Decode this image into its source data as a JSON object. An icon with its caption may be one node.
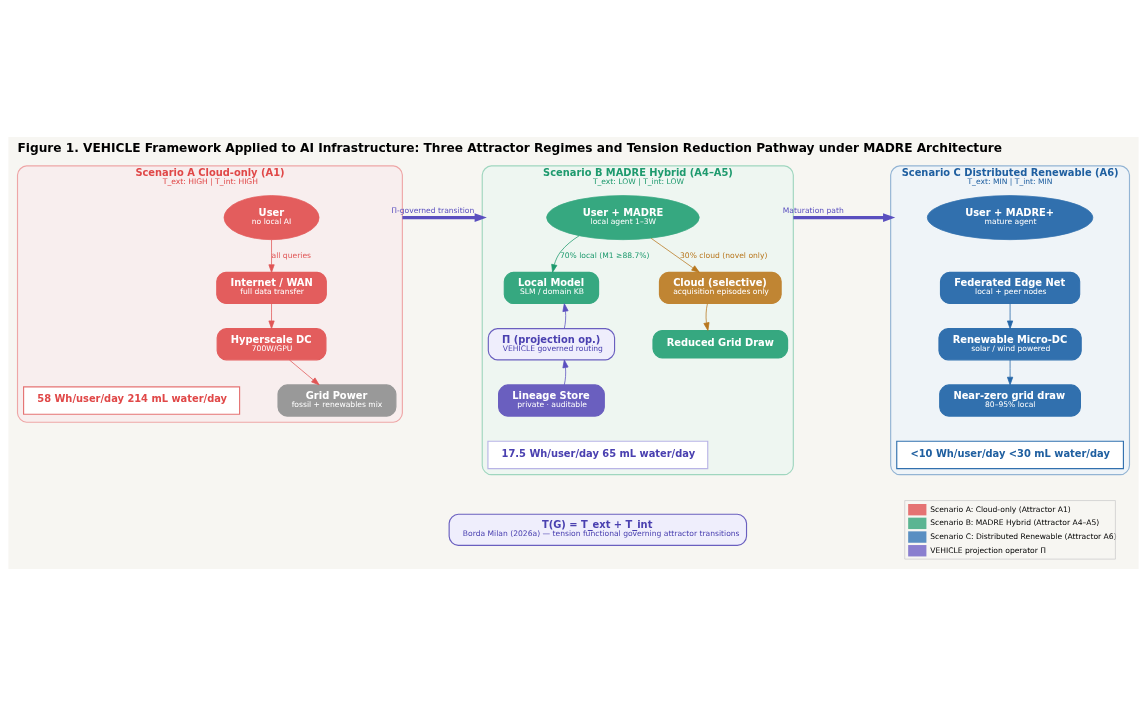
{
  "diagram": {
    "title": "Figure 1. VEHICLE Framework Applied to AI Infrastructure: Three Attractor Regimes and Tension Reduction Pathway under MADRE Architecture",
    "nodes": [
      {
        "text": [
          "Scenario A Cloud-only (A1)",
          "T_ext: HIGH | T_int: HIGH"
        ]
      },
      {
        "text": [
          "User",
          "no local AI"
        ],
        "in": 0
      },
      {
        "text": [
          "Internet / WAN",
          "full data transfer"
        ],
        "in": 0
      },
      {
        "text": [
          "Hyperscale DC",
          "700W/GPU"
        ],
        "in": 0
      },
      {
        "text": [
          "58 Wh/user/day 214 mL water/day"
        ],
        "in": 0
      },
      {
        "text": [
          "Grid Power",
          "fossil + renewables mix"
        ],
        "in": 0
      },
      {
        "text": [
          "Scenario B MADRE Hybrid (A4–A5)",
          "T_ext: LOW | T_int: LOW"
        ]
      },
      {
        "text": [
          "User + MADRE",
          "local agent 1–3W"
        ],
        "in": 6
      },
      {
        "text": [
          "Local Model",
          "SLM / domain KB"
        ],
        "in": 6
      },
      {
        "text": [
          "Cloud (selective)",
          "acquisition episodes only"
        ],
        "in": 6
      },
      {
        "text": [
          "Π (projection op.)",
          "VEHICLE governed routing"
        ],
        "in": 6
      },
      {
        "text": [
          "Lineage Store",
          "private · auditable"
        ],
        "in": 6
      },
      {
        "text": [
          "Reduced Grid Draw"
        ],
        "in": 6
      },
      {
        "text": [
          "17.5 Wh/user/day 65 mL water/day"
        ],
        "in": 6
      },
      {
        "text": [
          "Scenario C Distributed Renewable (A6)",
          "T_ext: MIN | T_int: MIN"
        ]
      },
      {
        "text": [
          "User + MADRE+",
          "mature agent"
        ],
        "in": 14
      },
      {
        "text": [
          "Federated Edge Net",
          "local + peer nodes"
        ],
        "in": 14
      },
      {
        "text": [
          "Renewable Micro-DC",
          "solar / wind powered"
        ],
        "in": 14
      },
      {
        "text": [
          "Near-zero grid draw",
          "80–95% local"
        ],
        "in": 14
      },
      {
        "text": [
          "<10 Wh/user/day <30 mL water/day"
        ],
        "in": 14
      },
      {
        "text": [
          "T(G) = T_ext + T_int",
          "Borda Milan (2026a) — tension functional governing attractor transitions"
        ]
      }
    ],
    "edges": [
      {
        "from": 1,
        "to": 2,
        "arrow": "to",
        "label": "all queries",
        "color": "#e05555"
      },
      {
        "from": 2,
        "to": 3,
        "arrow": "to",
        "color": "#e05555"
      },
      {
        "from": 3,
        "to": 5,
        "arrow": "to",
        "color": "#e05555"
      },
      {
        "from": 7,
        "to": 8,
        "arrow": "to",
        "label": "70% local (M1 ≥88.7%)",
        "color": "#1e9a6e"
      },
      {
        "from": 7,
        "to": 9,
        "arrow": "to",
        "label": "30% cloud (novel only)",
        "color": "#b8771e"
      },
      {
        "from": 9,
        "to": 12,
        "arrow": "to",
        "color": "#b8771e"
      },
      {
        "from": 11,
        "to": 10,
        "arrow": "to",
        "color": "#5a4fbf"
      },
      {
        "from": 10,
        "to": 8,
        "arrow": "to",
        "color": "#5a4fbf"
      },
      {
        "from": 16,
        "to": 17,
        "arrow": "to",
        "color": "#2466a8"
      },
      {
        "from": 17,
        "to": 18,
        "arrow": "to",
        "color": "#2466a8"
      },
      {
        "from": 0,
        "to": 6,
        "arrow": "to",
        "label": "Π-governed transition",
        "color": "#5a4fbf",
        "style": "thick"
      },
      {
        "from": 6,
        "to": 14,
        "arrow": "to",
        "label": "Maturation path",
        "color": "#5a4fbf",
        "style": "thick"
      }
    ],
    "legend": [
      {
        "text": "Scenario A: Cloud-only (Attractor A1)",
        "color": "#e57373"
      },
      {
        "text": "Scenario B: MADRE Hybrid (Attractor A4–A5)",
        "color": "#5bb592"
      },
      {
        "text": "Scenario C: Distributed Renewable (Attractor A6)",
        "color": "#5a8fc2"
      },
      {
        "text": "VEHICLE projection operator Π",
        "color": "#8a7fcf"
      }
    ]
  }
}
